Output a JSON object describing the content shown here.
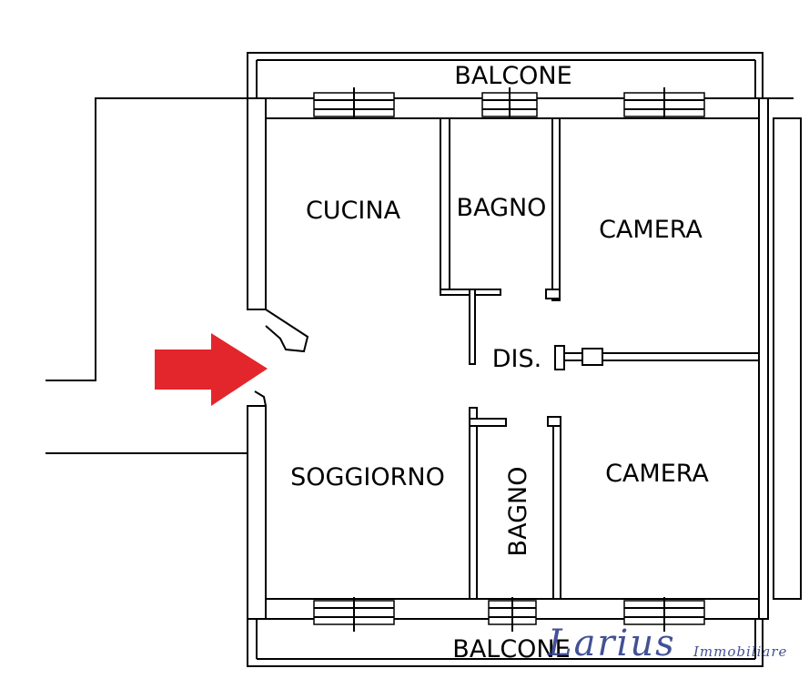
{
  "rooms": {
    "balcony_top": "BALCONE",
    "balcony_bottom": "BALCONE",
    "kitchen": "CUCINA",
    "bath_top": "BAGNO",
    "bedroom_top": "CAMERA",
    "hallway": "DIS.",
    "living": "SOGGIORNO",
    "bath_bottom": "BAGNO",
    "bedroom_bottom": "CAMERA"
  },
  "watermark": {
    "name": "Larius",
    "sub": "Immobiliare",
    "color": "#2f3f8a"
  },
  "entrance_arrow": {
    "color": "#e3262b",
    "direction": "right"
  }
}
